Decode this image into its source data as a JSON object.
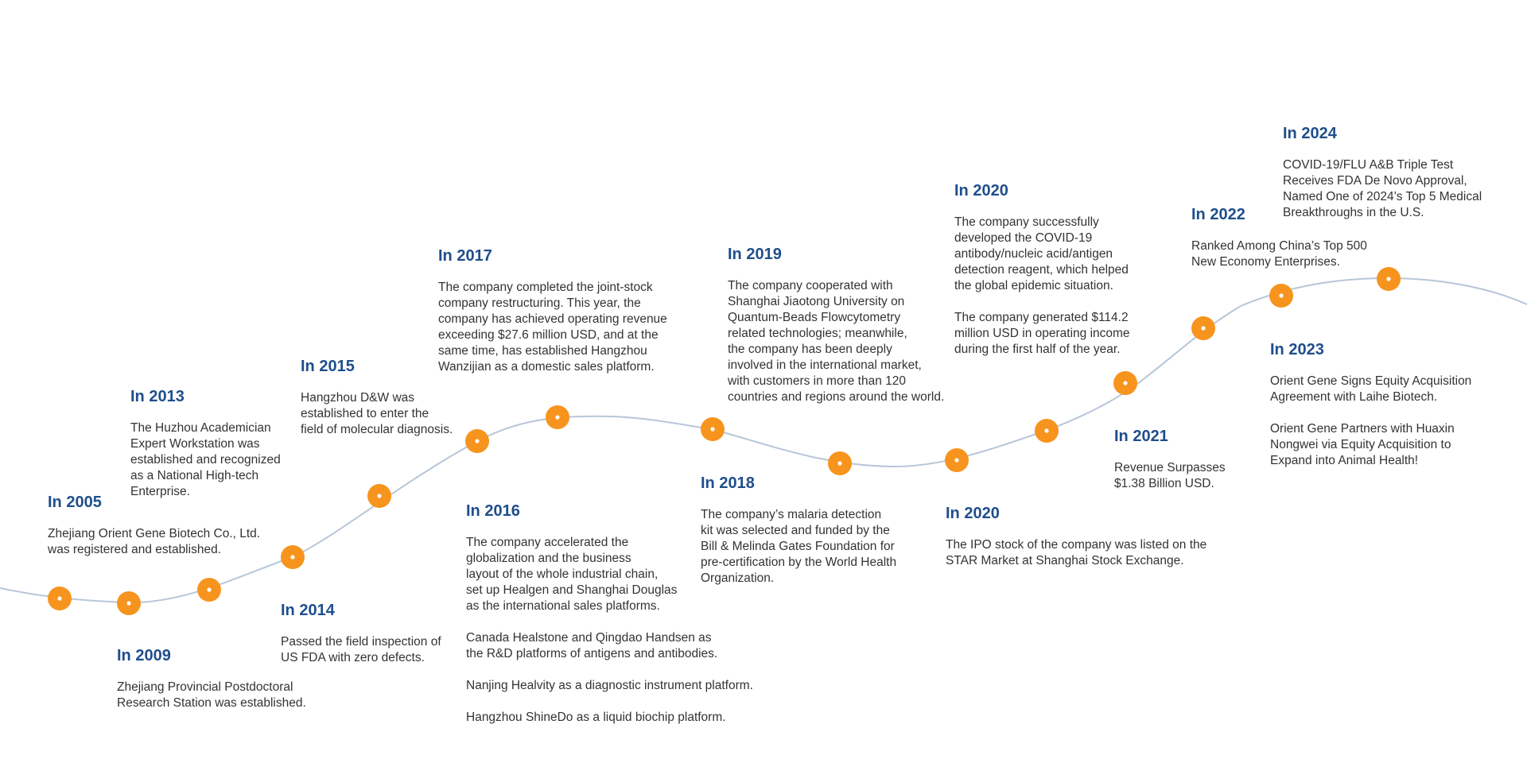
{
  "colors": {
    "year": "#1f4e8c",
    "text": "#333333",
    "curve": "#b8c6d8",
    "node": "#f7941d",
    "node_dot": "#ffffff"
  },
  "events": [
    {
      "id": "2005",
      "year": "In 2005",
      "paragraphs": [
        "Zhejiang Orient Gene Biotech Co., Ltd.\nwas registered and established."
      ]
    },
    {
      "id": "2009",
      "year": "In 2009",
      "paragraphs": [
        "Zhejiang Provincial Postdoctoral\nResearch Station was established."
      ]
    },
    {
      "id": "2013",
      "year": "In 2013",
      "paragraphs": [
        "The Huzhou Academician\nExpert Workstation was\nestablished and recognized\nas a National High-tech\nEnterprise."
      ]
    },
    {
      "id": "2014",
      "year": "In 2014",
      "paragraphs": [
        "Passed the field inspection of\nUS FDA with zero defects."
      ]
    },
    {
      "id": "2015",
      "year": "In 2015",
      "paragraphs": [
        "Hangzhou D&W was\nestablished to enter the\nfield of molecular diagnosis."
      ]
    },
    {
      "id": "2016",
      "year": "In 2016",
      "paragraphs": [
        "The company accelerated the\nglobalization and the business\nlayout of the whole industrial chain,\nset up Healgen and Shanghai Douglas\nas the international sales platforms.",
        "Canada Healstone and Qingdao Handsen as\nthe R&D platforms of antigens and antibodies.",
        "Nanjing Healvity as a diagnostic instrument platform.",
        "Hangzhou ShineDo as a liquid biochip platform."
      ]
    },
    {
      "id": "2017",
      "year": "In 2017",
      "paragraphs": [
        "The company completed the joint-stock\ncompany restructuring. This year, the\ncompany has achieved operating revenue\nexceeding $27.6 million USD, and at the\nsame time, has established Hangzhou\nWanzijian as a domestic sales platform."
      ]
    },
    {
      "id": "2018",
      "year": "In 2018",
      "paragraphs": [
        "The company’s malaria detection\nkit was selected and funded by the\nBill & Melinda Gates Foundation for\npre-certification by the World Health\nOrganization."
      ]
    },
    {
      "id": "2019",
      "year": "In 2019",
      "paragraphs": [
        "The company cooperated with\nShanghai Jiaotong University on\nQuantum-Beads Flowcytometry\nrelated technologies; meanwhile,\nthe company has been deeply\ninvolved in the international market,\nwith customers in more than 120\ncountries and regions around the world."
      ]
    },
    {
      "id": "2020a",
      "year": "In 2020",
      "paragraphs": [
        "The IPO stock of the company was listed on the\nSTAR Market at Shanghai Stock Exchange."
      ]
    },
    {
      "id": "2020b",
      "year": "In 2020",
      "paragraphs": [
        "The company successfully\ndeveloped the COVID-19\nantibody/nucleic acid/antigen\ndetection reagent, which helped\nthe global epidemic situation.",
        "The company generated $114.2\nmillion USD in operating income\nduring the first half of the year."
      ]
    },
    {
      "id": "2021",
      "year": "In 2021",
      "paragraphs": [
        "Revenue Surpasses\n$1.38 Billion USD."
      ]
    },
    {
      "id": "2022",
      "year": "In 2022",
      "paragraphs": [
        "Ranked Among China’s Top 500\nNew Economy Enterprises."
      ]
    },
    {
      "id": "2023",
      "year": "In 2023",
      "paragraphs": [
        "Orient Gene Signs Equity Acquisition\nAgreement with Laihe Biotech.",
        "Orient Gene Partners with Huaxin\nNongwei via Equity Acquisition to\nExpand into Animal Health!"
      ]
    },
    {
      "id": "2024",
      "year": "In 2024",
      "paragraphs": [
        "COVID-19/FLU A&B Triple Test\nReceives FDA De Novo Approval,\nNamed One of 2024’s Top 5 Medical\nBreakthroughs in the U.S."
      ]
    }
  ]
}
